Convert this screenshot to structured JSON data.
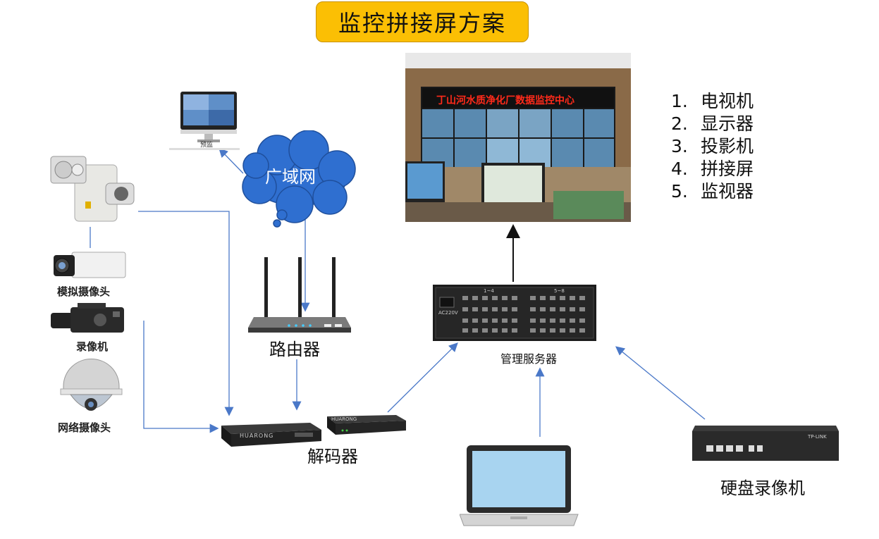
{
  "title": "监控拼接屏方案",
  "cloud_label": "广域网",
  "router_label": "路由器",
  "decoder_label": "解码器",
  "server_label": "管理服务器",
  "nvr_label": "硬盘录像机",
  "monitor_pc_label": "预监",
  "camera_labels": {
    "analog": "模拟摄像头",
    "camcorder": "录像机",
    "network": "网络摄像头"
  },
  "decoder_brand": "HUARONG",
  "nvr_brand": "TP-LINK",
  "server_panel": {
    "port_group_a": "1~4",
    "port_group_b": "5~8",
    "power": "AC220V"
  },
  "control_room": {
    "banner": "丁山河水质净化厂数据监控中心"
  },
  "device_list": [
    {
      "num": "1.",
      "name": "电视机"
    },
    {
      "num": "2.",
      "name": "显示器"
    },
    {
      "num": "3.",
      "name": "投影机"
    },
    {
      "num": "4.",
      "name": "拼接屏"
    },
    {
      "num": "5.",
      "name": "监视器"
    }
  ],
  "colors": {
    "title_bg": "#fbbf04",
    "cloud": "#2f6fd0",
    "arrow": "#4a78c8"
  }
}
